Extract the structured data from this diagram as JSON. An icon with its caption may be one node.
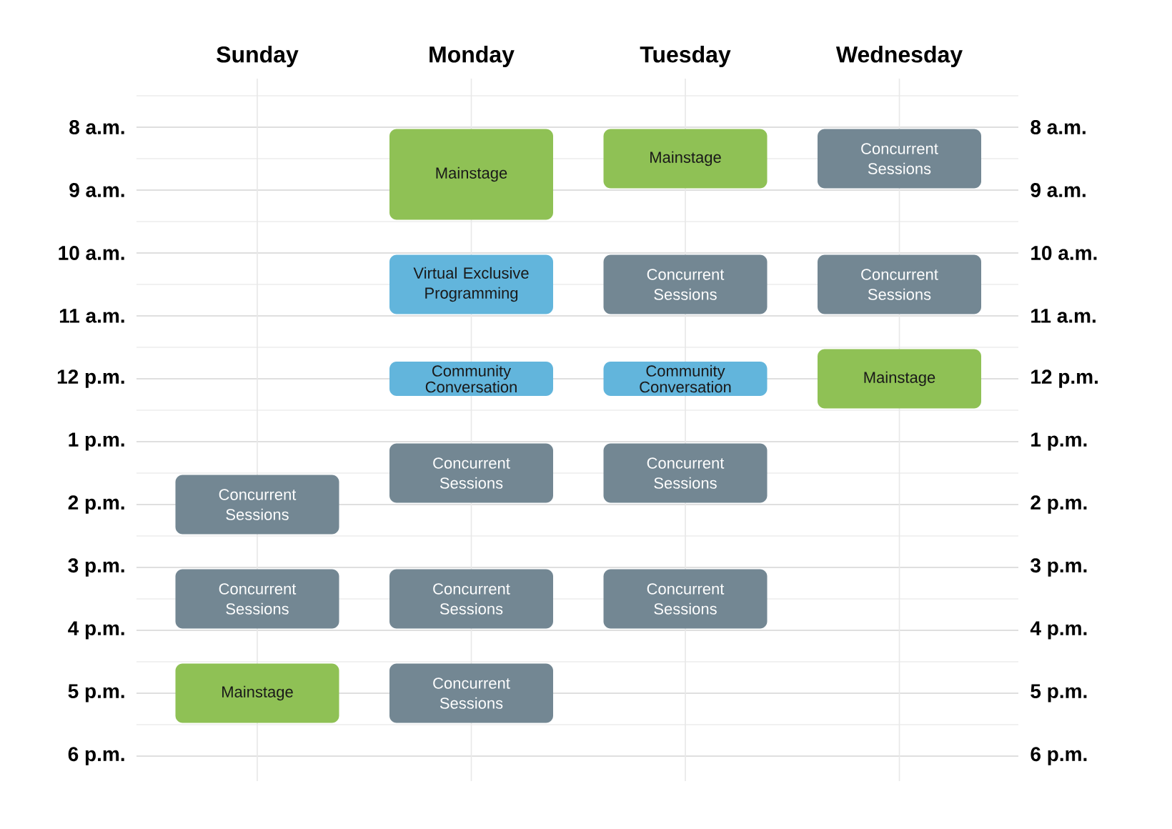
{
  "diagram": {
    "nodes": [
      {
        "text": [
          "Mainstage"
        ]
      },
      {
        "text": [
          "Mainstage"
        ]
      },
      {
        "text": [
          "Concurrent Sessions"
        ]
      },
      {
        "text": [
          "Virtual Exclusive Programming"
        ]
      },
      {
        "text": [
          "Concurrent Sessions"
        ]
      },
      {
        "text": [
          "Concurrent Sessions"
        ]
      },
      {
        "text": [
          "Mainstage"
        ]
      },
      {
        "text": [
          "Community Conversation"
        ]
      },
      {
        "text": [
          "Community Conversation"
        ]
      },
      {
        "text": [
          "Concurrent Sessions"
        ]
      },
      {
        "text": [
          "Concurrent Sessions"
        ]
      },
      {
        "text": [
          "Concurrent Sessions"
        ]
      },
      {
        "text": [
          "Concurrent Sessions"
        ]
      },
      {
        "text": [
          "Concurrent Sessions"
        ]
      },
      {
        "text": [
          "Concurrent Sessions"
        ]
      },
      {
        "text": [
          "Mainstage"
        ]
      },
      {
        "text": [
          "Concurrent Sessions"
        ]
      }
    ],
    "labels": [
      "Sunday",
      "Monday",
      "Tuesday",
      "Wednesday",
      "8 a.m.",
      "8 a.m.",
      "9 a.m.",
      "9 a.m.",
      "10 a.m.",
      "10 a.m.",
      "11 a.m.",
      "11 a.m.",
      "12 p.m.",
      "12 p.m.",
      "1 p.m.",
      "1 p.m.",
      "2 p.m.",
      "2 p.m.",
      "3 p.m.",
      "3 p.m.",
      "4 p.m.",
      "4 p.m.",
      "5 p.m.",
      "5 p.m.",
      "6 p.m.",
      "6 p.m."
    ]
  }
}
